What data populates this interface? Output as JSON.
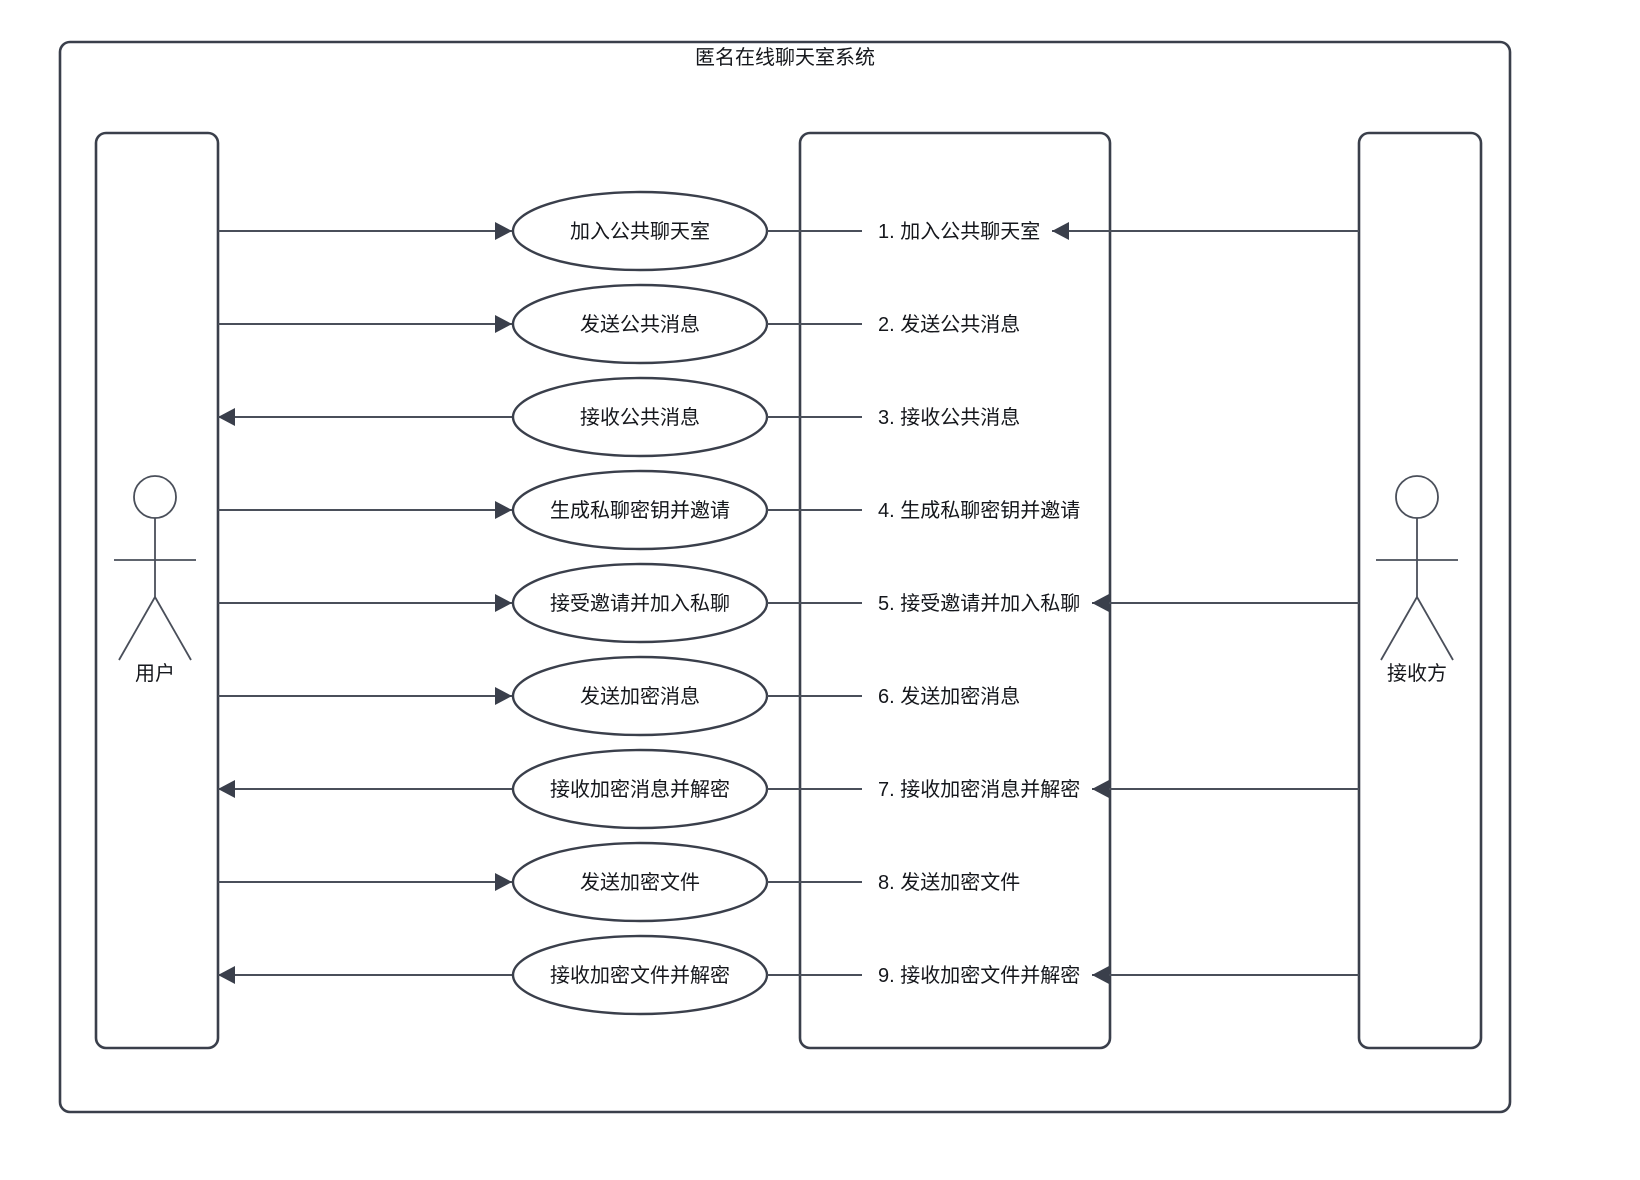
{
  "diagram": {
    "kind": "uml-use-case-diagram",
    "system_title": "匿名在线聊天室系统",
    "colors": {
      "stroke": "#3a3f4b",
      "connector": "#4a4f5a",
      "text": "#15171c",
      "background": "#ffffff"
    }
  },
  "actors": {
    "left": {
      "label": "用户",
      "name": "user-actor"
    },
    "right": {
      "label": "接收方",
      "name": "receiver-actor"
    }
  },
  "use_cases": [
    {
      "n": 1,
      "title": "加入公共聊天室",
      "label": "1. 加入公共聊天室",
      "left_dir": "to-usecase",
      "right_link": true
    },
    {
      "n": 2,
      "title": "发送公共消息",
      "label": "2. 发送公共消息",
      "left_dir": "to-usecase",
      "right_link": false
    },
    {
      "n": 3,
      "title": "接收公共消息",
      "label": "3. 接收公共消息",
      "left_dir": "to-actor",
      "right_link": false
    },
    {
      "n": 4,
      "title": "生成私聊密钥并邀请",
      "label": "4. 生成私聊密钥并邀请",
      "left_dir": "to-usecase",
      "right_link": false
    },
    {
      "n": 5,
      "title": "接受邀请并加入私聊",
      "label": "5. 接受邀请并加入私聊",
      "left_dir": "to-usecase",
      "right_link": true
    },
    {
      "n": 6,
      "title": "发送加密消息",
      "label": "6. 发送加密消息",
      "left_dir": "to-usecase",
      "right_link": false
    },
    {
      "n": 7,
      "title": "接收加密消息并解密",
      "label": "7. 接收加密消息并解密",
      "left_dir": "to-actor",
      "right_link": true
    },
    {
      "n": 8,
      "title": "发送加密文件",
      "label": "8. 发送加密文件",
      "left_dir": "to-usecase",
      "right_link": false
    },
    {
      "n": 9,
      "title": "接收加密文件并解密",
      "label": "9. 接收加密文件并解密",
      "left_dir": "to-actor",
      "right_link": true
    }
  ]
}
